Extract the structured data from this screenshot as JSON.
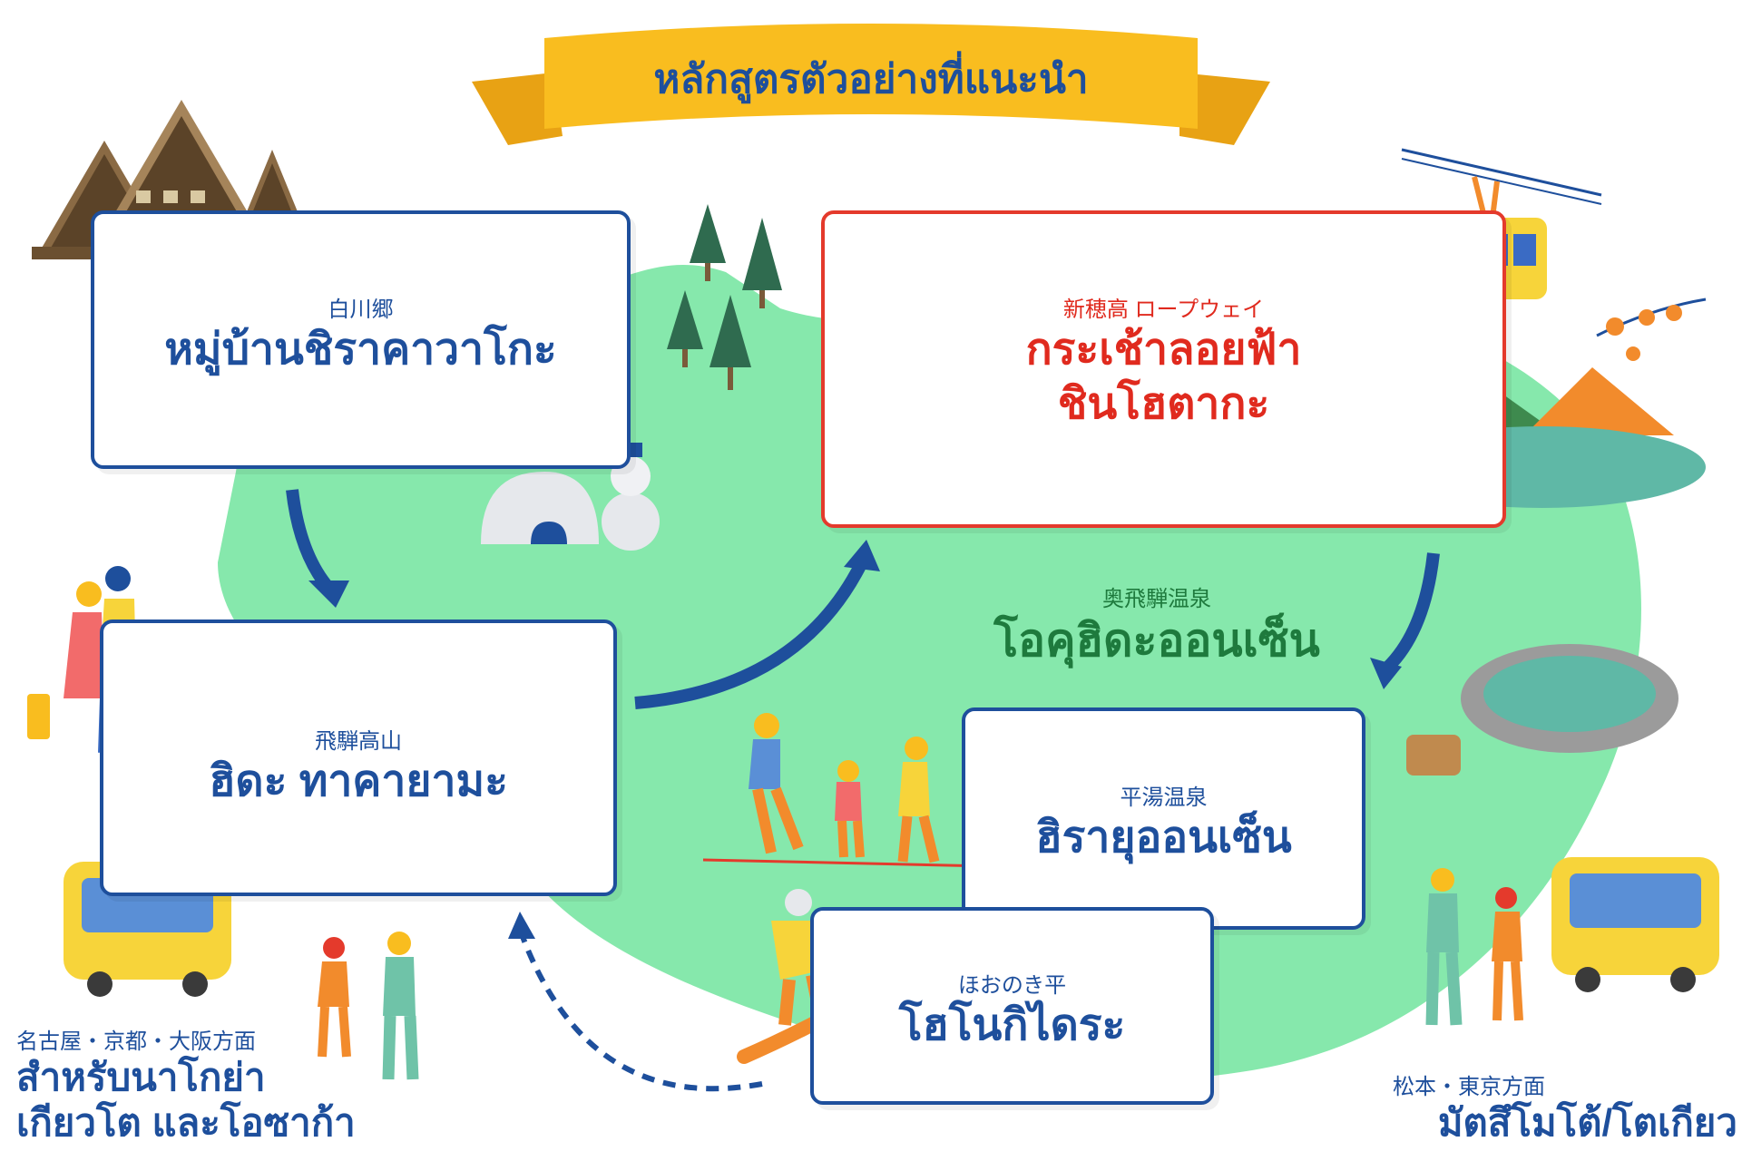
{
  "banner": {
    "title": "หลักสูตรตัวอย่างที่แนะนำ"
  },
  "stops": {
    "shirakawago": {
      "jp": "白川郷",
      "th": "หมู่บ้านชิราคาวาโกะ"
    },
    "takayama": {
      "jp": "飛騨高山",
      "th": "ฮิดะ ทาคายามะ"
    },
    "ropeway": {
      "jp": "新穂高 ロープウェイ",
      "th_line1": "กระเช้าลอยฟ้า",
      "th_line2": "ชินโฮตากะ"
    },
    "okuhida": {
      "jp": "奥飛騨温泉",
      "th": "โอคุฮิดะออนเซ็น"
    },
    "hirayu": {
      "jp": "平湯温泉",
      "th": "ฮิรายุออนเซ็น"
    },
    "honoki": {
      "jp": "ほおのき平",
      "th": "โฮโนกิไดระ"
    }
  },
  "destinations": {
    "west": {
      "jp": "名古屋・京都・大阪方面",
      "th_line1": "สำหรับนาโกย่า",
      "th_line2": "เกียวโต และโอซาก้า"
    },
    "east": {
      "jp": "松本・東京方面",
      "th": "มัตสึโมโต้/โตเกียว"
    }
  },
  "colors": {
    "accent_blue": "#1e4f9c",
    "accent_red": "#e43a2c",
    "area_green": "#86e8ac",
    "banner_yellow": "#f9bd1f",
    "okuhida_green": "#1e7a3d"
  },
  "icons": [
    "gassho-house-icon",
    "ropeway-gondola-icon",
    "mountain-lake-icon",
    "autumn-branch-icon",
    "snow-trees-icon",
    "igloo-icon",
    "snowman-icon",
    "tourist-couple-icon",
    "skiers-icon",
    "snowboarder-icon",
    "onsen-icon",
    "bus-icon",
    "guides-icon"
  ]
}
